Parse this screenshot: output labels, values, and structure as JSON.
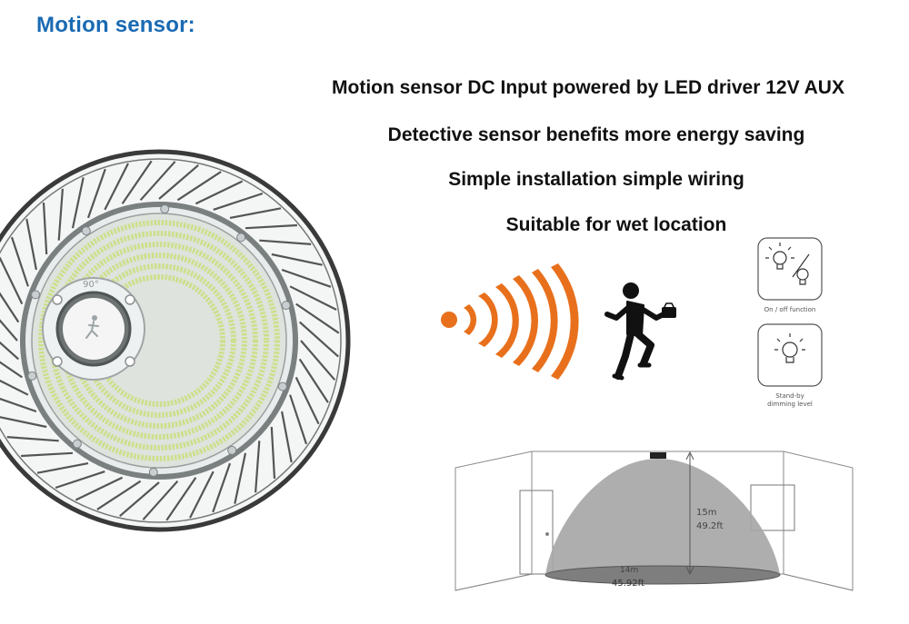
{
  "heading": "Motion sensor:",
  "features": [
    "Motion sensor DC Input powered by LED driver 12V AUX",
    "Detective sensor benefits more energy saving",
    "Simple installation simple wiring",
    "Suitable for wet location"
  ],
  "fixture": {
    "angle_label": "90°"
  },
  "functions": [
    {
      "label": "On / off function"
    },
    {
      "label": "Stand-by dimming level"
    }
  ],
  "room_diagram": {
    "height_m": "15m",
    "height_ft": "49.2ft",
    "diameter_m": "14m",
    "diameter_ft": "45.92ft"
  },
  "colors": {
    "heading": "#1a6ab3",
    "wave": "#e8701c",
    "led": "#cbe08a",
    "frame": "#3c3c3c",
    "cone": "#a5a5a5"
  }
}
